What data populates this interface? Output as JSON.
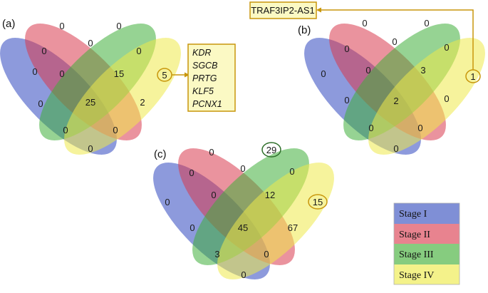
{
  "legend": [
    {
      "label": "Stage I",
      "color": "#7f8fd6"
    },
    {
      "label": "Stage II",
      "color": "#e8838f"
    },
    {
      "label": "Stage III",
      "color": "#86cc7f"
    },
    {
      "label": "Stage IV",
      "color": "#f4f28a"
    }
  ],
  "panels": [
    {
      "label": "(a)",
      "regions": {
        "only_I": "0",
        "only_II": "0",
        "only_III": "0",
        "only_IV": "5",
        "I_II": "0",
        "II_III": "0",
        "III_IV": "0",
        "I_IV": "0",
        "I_III": "0",
        "II_IV": "2",
        "I_II_III": "0",
        "II_III_IV": "15",
        "I_II_IV": "0",
        "I_III_IV": "0",
        "all": "25"
      },
      "gene_list": [
        "KDR",
        "SGCB",
        "PRTG",
        "KLF5",
        "PCNX1"
      ]
    },
    {
      "label": "(b)",
      "regions": {
        "only_I": "0",
        "only_II": "0",
        "only_III": "0",
        "only_IV": "1",
        "I_II": "0",
        "II_III": "0",
        "III_IV": "0",
        "I_IV": "0",
        "I_III": "0",
        "II_IV": "0",
        "I_II_III": "0",
        "II_III_IV": "3",
        "I_II_IV": "0",
        "I_III_IV": "0",
        "all": "2"
      },
      "gene_name": "TRAF3IP2-AS1"
    },
    {
      "label": "(c)",
      "regions": {
        "only_I": "0",
        "only_II": "0",
        "only_III": "29",
        "only_IV": "15",
        "I_II": "0",
        "II_III": "0",
        "III_IV": "0",
        "I_IV": "0",
        "I_III": "0",
        "II_IV": "67",
        "I_II_III": "0",
        "II_III_IV": "12",
        "I_II_IV": "3",
        "I_III_IV": "0",
        "all": "45"
      }
    }
  ]
}
